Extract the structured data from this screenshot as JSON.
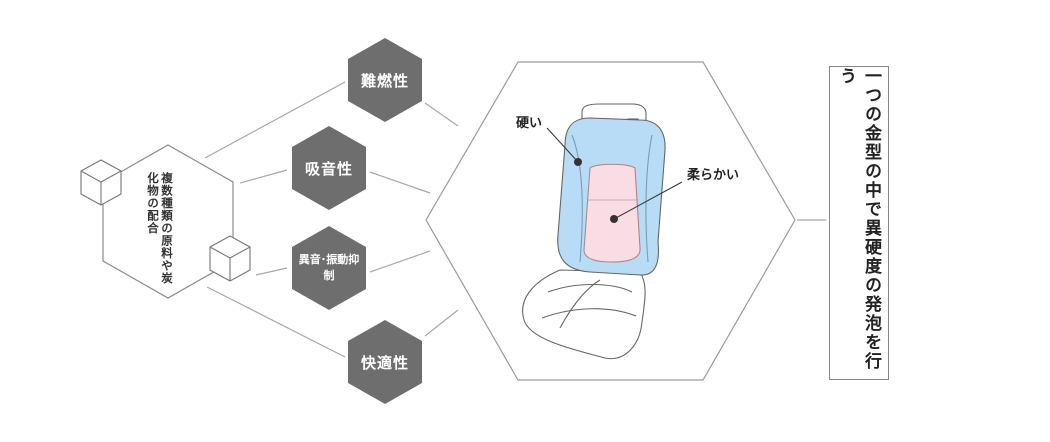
{
  "source": {
    "text": "複数種類の原料や炭化物の配合"
  },
  "properties": [
    {
      "label": "難燃性"
    },
    {
      "label": "吸音性"
    },
    {
      "label": "異音･振動抑制"
    },
    {
      "label": "快適性"
    }
  ],
  "seat": {
    "hard_label": "硬い",
    "soft_label": "柔らかい"
  },
  "result": {
    "text": "一つの金型の中で異硬度の発泡を行う"
  },
  "colors": {
    "hex_fill": "#6e6e6e",
    "hard_zone": "#b8dcf6",
    "soft_zone": "#fadde4",
    "line": "#999999"
  }
}
